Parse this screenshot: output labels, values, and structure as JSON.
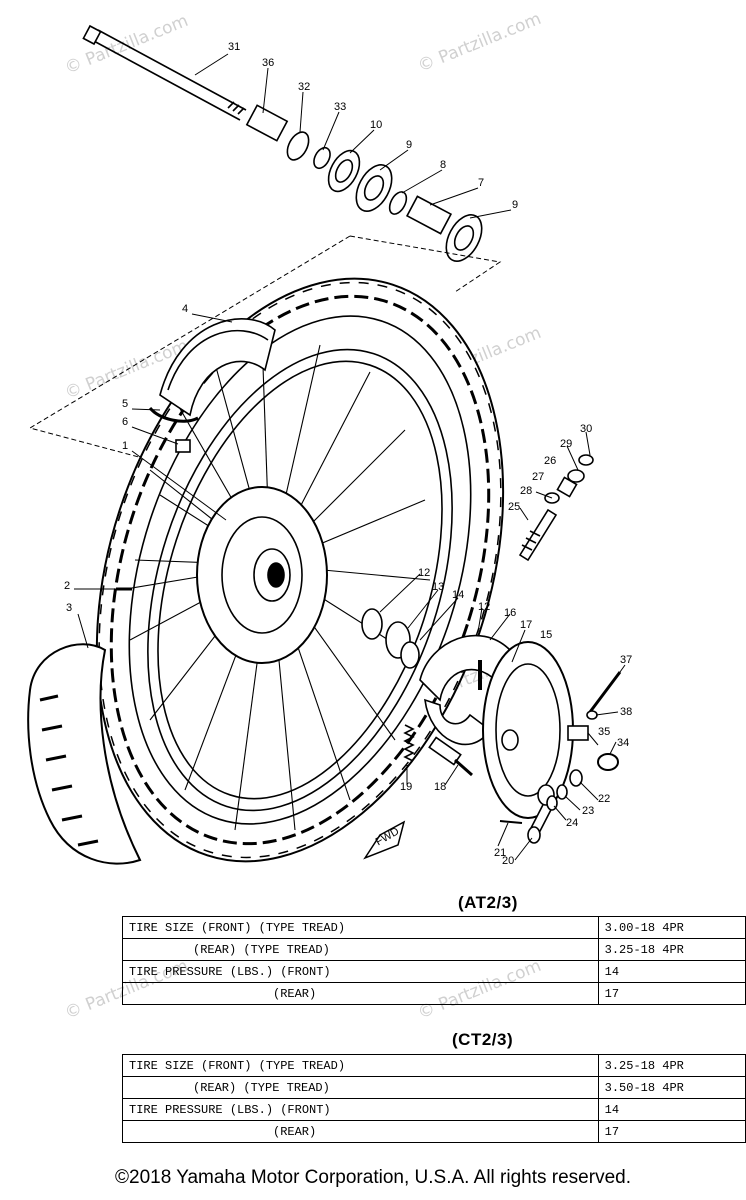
{
  "watermark": "© Partzilla.com",
  "callouts": [
    "31",
    "36",
    "32",
    "33",
    "10",
    "9",
    "8",
    "7",
    "9",
    "4",
    "5",
    "6",
    "1",
    "2",
    "3",
    "29",
    "30",
    "28",
    "26",
    "27",
    "25",
    "12",
    "13",
    "14",
    "12",
    "16",
    "17",
    "15",
    "37",
    "38",
    "35",
    "34",
    "19",
    "18",
    "22",
    "23",
    "24",
    "21",
    "20"
  ],
  "direction_label": "FWD",
  "tables": [
    {
      "title": "(AT2/3)",
      "rows": [
        {
          "label": "TIRE SIZE (FRONT) (TYPE TREAD)",
          "value": "3.00-18  4PR"
        },
        {
          "label": "(REAR) (TYPE TREAD)",
          "value": "3.25-18  4PR"
        },
        {
          "label": "TIRE PRESSURE (LBS.) (FRONT)",
          "value": "14"
        },
        {
          "label": "(REAR)",
          "value": "17"
        }
      ]
    },
    {
      "title": "(CT2/3)",
      "rows": [
        {
          "label": "TIRE SIZE (FRONT) (TYPE TREAD)",
          "value": "3.25-18  4PR"
        },
        {
          "label": "(REAR) (TYPE TREAD)",
          "value": "3.50-18  4PR"
        },
        {
          "label": "TIRE PRESSURE (LBS.) (FRONT)",
          "value": "14"
        },
        {
          "label": "(REAR)",
          "value": "17"
        }
      ]
    }
  ],
  "copyright": "©2018  Yamaha Motor Corporation, U.S.A. All rights reserved."
}
